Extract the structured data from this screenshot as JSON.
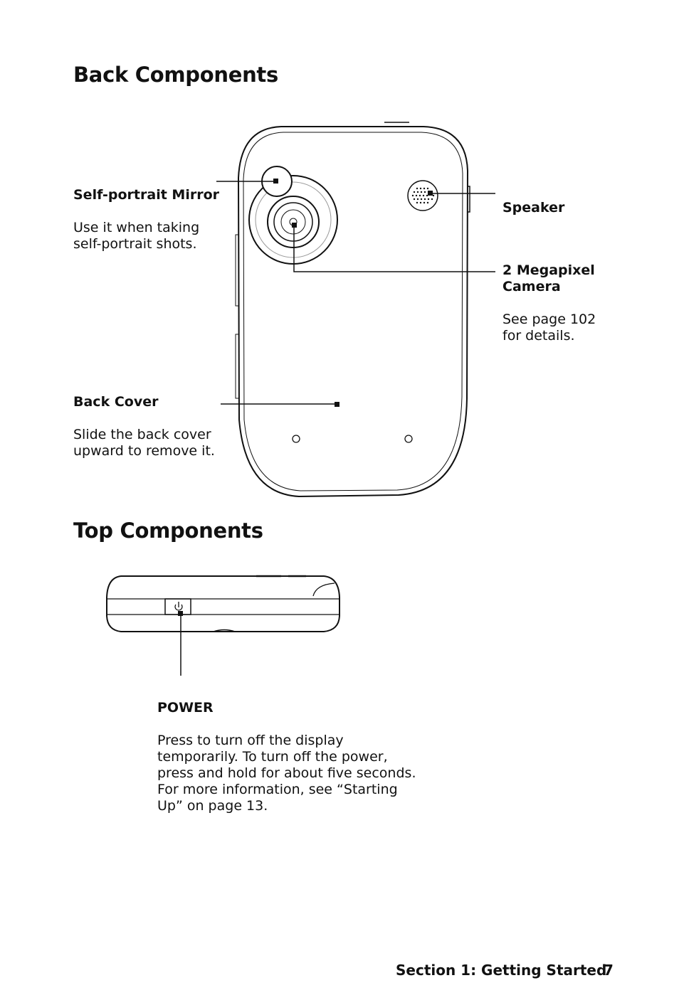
{
  "back": {
    "heading": "Back Components",
    "mirror": {
      "title": "Self-portrait Mirror",
      "desc": "Use it when taking\nself-portrait shots."
    },
    "speaker": {
      "title": "Speaker"
    },
    "camera": {
      "title": "2 Megapixel\nCamera",
      "desc": "See page 102\nfor details."
    },
    "cover": {
      "title": "Back Cover",
      "desc": "Slide the back cover\nupward to remove it."
    }
  },
  "top": {
    "heading": "Top Components",
    "power": {
      "title": "POWER",
      "desc": "Press to turn off the display\ntemporarily. To turn off the power,\npress and hold for about five seconds.\nFor more information, see “Starting\nUp” on page 13."
    }
  },
  "footer": {
    "section": "Section 1: Getting Started",
    "page_number": "7"
  }
}
